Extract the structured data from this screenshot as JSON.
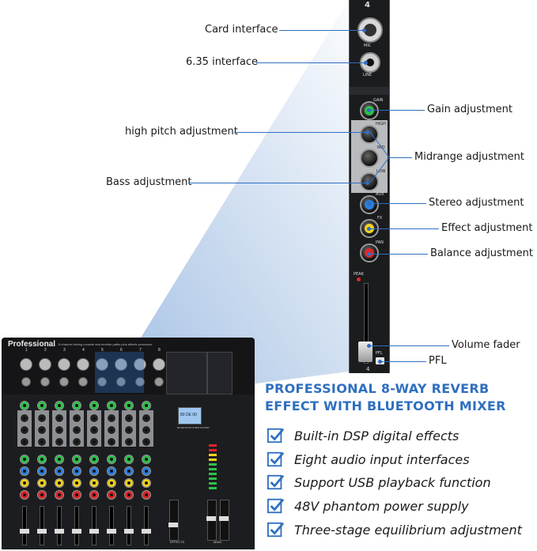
{
  "callouts": {
    "card_interface": "Card interface",
    "jack_interface": "6.35 interface",
    "gain": "Gain adjustment",
    "high_pitch": "high pitch adjustment",
    "midrange": "Midrange adjustment",
    "bass": "Bass adjustment",
    "stereo": "Stereo adjustment",
    "effect": "Effect adjustment",
    "balance": "Balance adjustment",
    "volume_fader": "Volume fader",
    "pfl": "PFL"
  },
  "strip": {
    "channel_number_top": "4",
    "channel_number_bottom": "4",
    "mic_label": "MIC",
    "line_label": "LINE",
    "gain_label": "GAIN",
    "high_label": "HIGH",
    "mid_label": "MID",
    "low_label": "LOW",
    "aux_label": "AUX",
    "fx_label": "FX",
    "pan_label": "PAN",
    "peak_label": "PEAK",
    "pfl_label": "PFL"
  },
  "mixer": {
    "brand": "Professional",
    "tagline": "8-channel mixing console and monitor paths plus effects processor",
    "bluetooth_label": "BLUETOOTH & MP3 PLAYER",
    "display_text": "80 DE 00",
    "effects_label": "EFFECTS",
    "main_label": "MAIN",
    "channels": [
      "1",
      "2",
      "3",
      "4",
      "5",
      "6",
      "7",
      "8"
    ]
  },
  "headline": {
    "line1": "PROFESSIONAL 8-WAY REVERB",
    "line2": "EFFECT WITH BLUETOOTH MIXER"
  },
  "features": [
    "Built-in DSP digital effects",
    "Eight audio input interfaces",
    "Support USB playback function",
    "48V phantom power supply",
    "Three-stage equilibrium adjustment"
  ],
  "colors": {
    "accent": "#2f6fc0",
    "gain_cap": "#2ec24a",
    "aux_cap": "#2a7fe0",
    "fx_cap": "#f2d21a",
    "pan_cap": "#e0262a"
  }
}
